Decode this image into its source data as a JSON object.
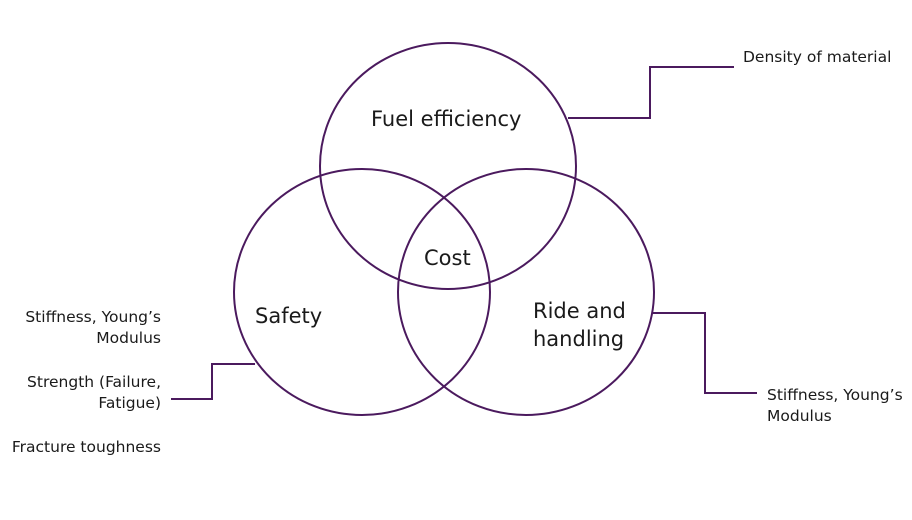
{
  "diagram": {
    "stroke_color": "#4b1a5e",
    "circles": {
      "fuel": {
        "label": "Fuel efficiency"
      },
      "safety": {
        "label": "Safety"
      },
      "ride": {
        "label_line1": "Ride and",
        "label_line2": "handling"
      }
    },
    "center_label": "Cost",
    "annotations": {
      "density": "Density of material",
      "safety_stiffness_line1": "Stiffness, Young’s",
      "safety_stiffness_line2": "Modulus",
      "strength_line1": "Strength (Failure,",
      "strength_line2": "Fatigue)",
      "fracture": "Fracture toughness",
      "ride_stiffness_line1": "Stiffness, Young’s",
      "ride_stiffness_line2": "Modulus"
    }
  }
}
